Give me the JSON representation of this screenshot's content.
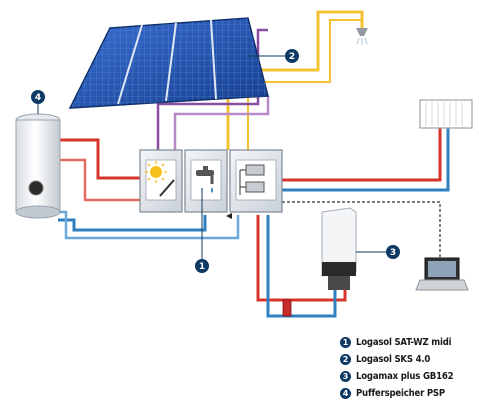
{
  "callouts": {
    "c1": "1",
    "c2": "2",
    "c3": "3",
    "c4": "4"
  },
  "legend": [
    {
      "num": "1",
      "label": "Logasol SAT-WZ midi"
    },
    {
      "num": "2",
      "label": "Logasol SKS 4.0"
    },
    {
      "num": "3",
      "label": "Logamax plus GB162"
    },
    {
      "num": "4",
      "label": "Pufferspeicher PSP"
    }
  ],
  "colors": {
    "hot_pipe": "#d9342b",
    "cold_pipe": "#2f7fc1",
    "solar_pipe": "#8a4ea0",
    "gas_pipe": "#f2c230",
    "data_line": "#333333",
    "callout": "#0d3a63",
    "panel_blue": "#1e4fa8"
  },
  "icons": [
    "sun-icon",
    "tap-icon",
    "radiator-icon",
    "shower-icon",
    "laptop-icon",
    "pump-icon"
  ]
}
